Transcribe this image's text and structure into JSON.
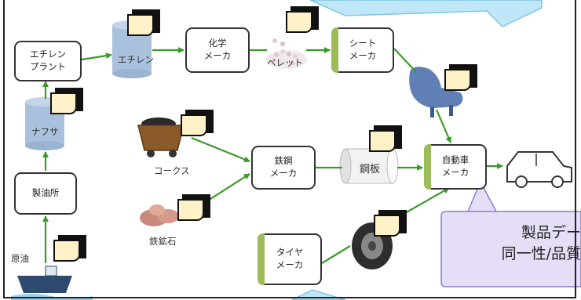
{
  "nodes": {
    "ethylene_plant": "エチレン\nプラント",
    "ethylene": "エチレン",
    "chem_maker": "化学\nメーカ",
    "pellet": "ペレット",
    "sheet_maker": "シート\nメーカ",
    "naphtha": "ナフサ",
    "refinery": "製油所",
    "crude_oil": "原油",
    "coke": "コークス",
    "iron_ore": "鉄鉱石",
    "steel_maker": "鉄鋼\nメーカ",
    "steel_sheet": "鋼板",
    "auto_maker": "自動車\nメーカ",
    "tire_maker": "タイヤ\nメーカ"
  },
  "callout": {
    "text": "製品デー\n同一性/品質"
  },
  "colors": {
    "arrow": "#3a9a2a",
    "tag": "#9cbb59",
    "callout_fill": "#e6def6",
    "callout_border": "#8b7cc8",
    "top_callout_fill": "#bfe7f7",
    "tank": "#a9c1dc",
    "doc_icon": "#fdf1c7"
  }
}
